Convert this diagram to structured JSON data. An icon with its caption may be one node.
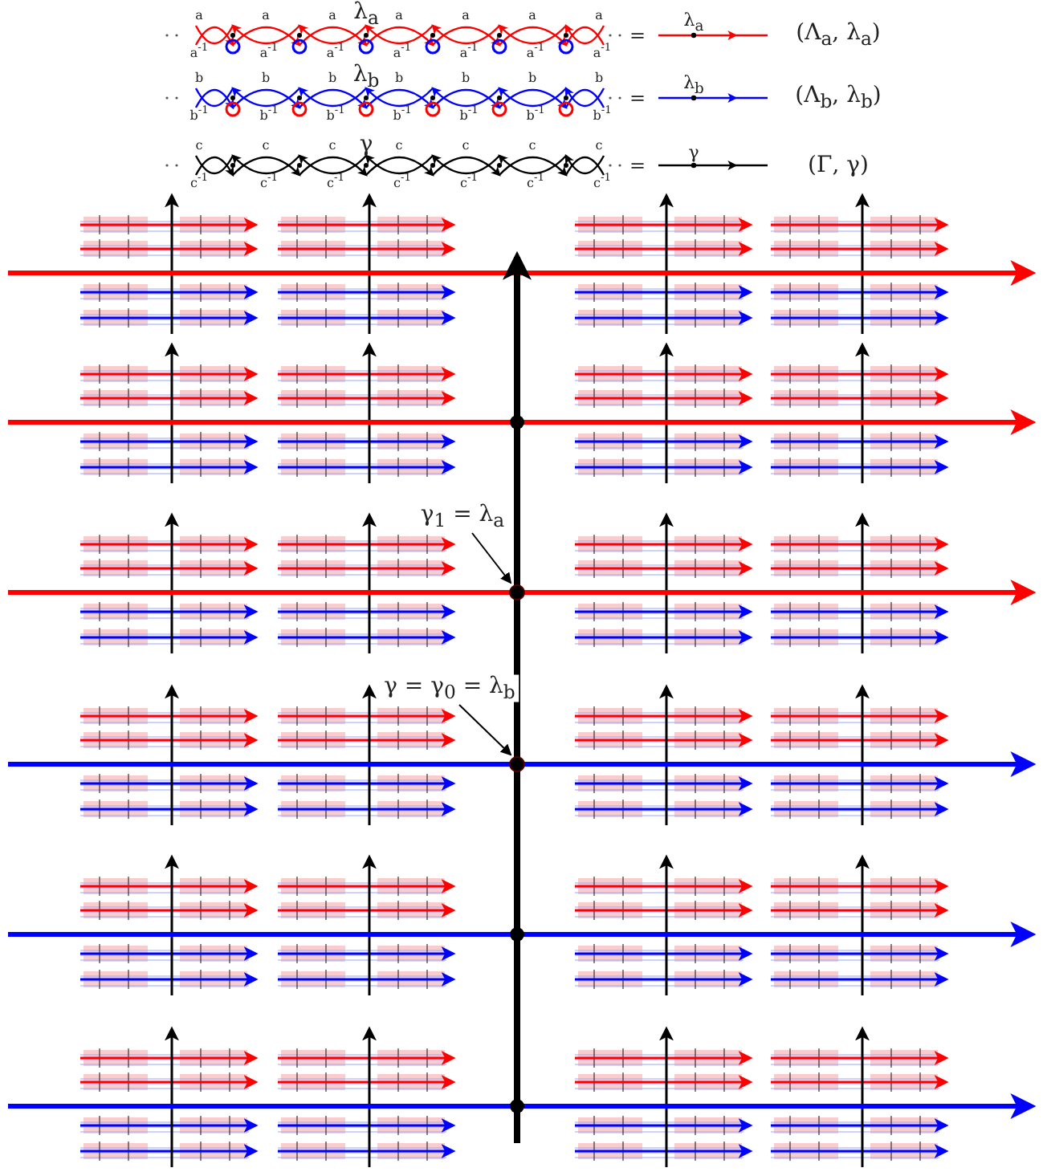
{
  "diagram": {
    "nodes": [
      {
        "text": [
          "γ$_{1}$ = λ$_{a}$"
        ]
      },
      {
        "text": [],
        "shape": "circle"
      },
      {
        "text": [
          "γ = γ$_{0}$ = λ$_{b}$"
        ]
      },
      {
        "text": [],
        "shape": "circle"
      }
    ],
    "edges": [
      {
        "from": 0,
        "to": 1,
        "arrow": "to"
      },
      {
        "from": 2,
        "to": 3,
        "arrow": "to"
      }
    ],
    "labels": [
      "a",
      "a",
      "a",
      "λ$_{a}$",
      "a",
      "a",
      "a",
      "a",
      "=",
      "λ$_{a}$",
      "(Λ$_{a}$, λ$_{a}$)",
      "a$^{-1}$",
      "a$^{-1}$",
      "a$^{-1}$",
      "a$^{-1}$",
      "a$^{-1}$",
      "a$^{-1}$",
      "a$^{-1}$",
      "b",
      "b",
      "b",
      "λ$_{b}$",
      "b",
      "b",
      "b",
      "b",
      "=",
      "λ$_{b}$",
      "(Λ$_{b}$, λ$_{b}$)",
      "b$^{-1}$",
      "b$^{-1}$",
      "b$^{-1}$",
      "b$^{-1}$",
      "b$^{-1}$",
      "b$^{-1}$",
      "b$^{-1}$",
      "c",
      "c",
      "c",
      "γ",
      "c",
      "c",
      "c",
      "c",
      "=",
      "γ",
      "(Γ, γ)",
      "c$^{-1}$",
      "c$^{-1}$",
      "c$^{-1}$",
      "c$^{-1}$",
      "c$^{-1}$",
      "c$^{-1}$",
      "c$^{-1}$"
    ]
  }
}
